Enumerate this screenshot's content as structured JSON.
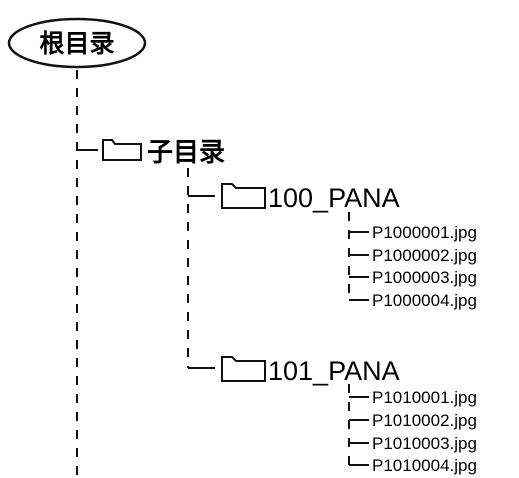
{
  "root": {
    "label": "根目录"
  },
  "subdirectory": {
    "label": "子目录"
  },
  "folders": [
    {
      "name": "100_PANA",
      "files": [
        "P1000001.jpg",
        "P1000002.jpg",
        "P1000003.jpg",
        "P1000004.jpg"
      ]
    },
    {
      "name": "101_PANA",
      "files": [
        "P1010001.jpg",
        "P1010002.jpg",
        "P1010003.jpg",
        "P1010004.jpg"
      ]
    }
  ]
}
